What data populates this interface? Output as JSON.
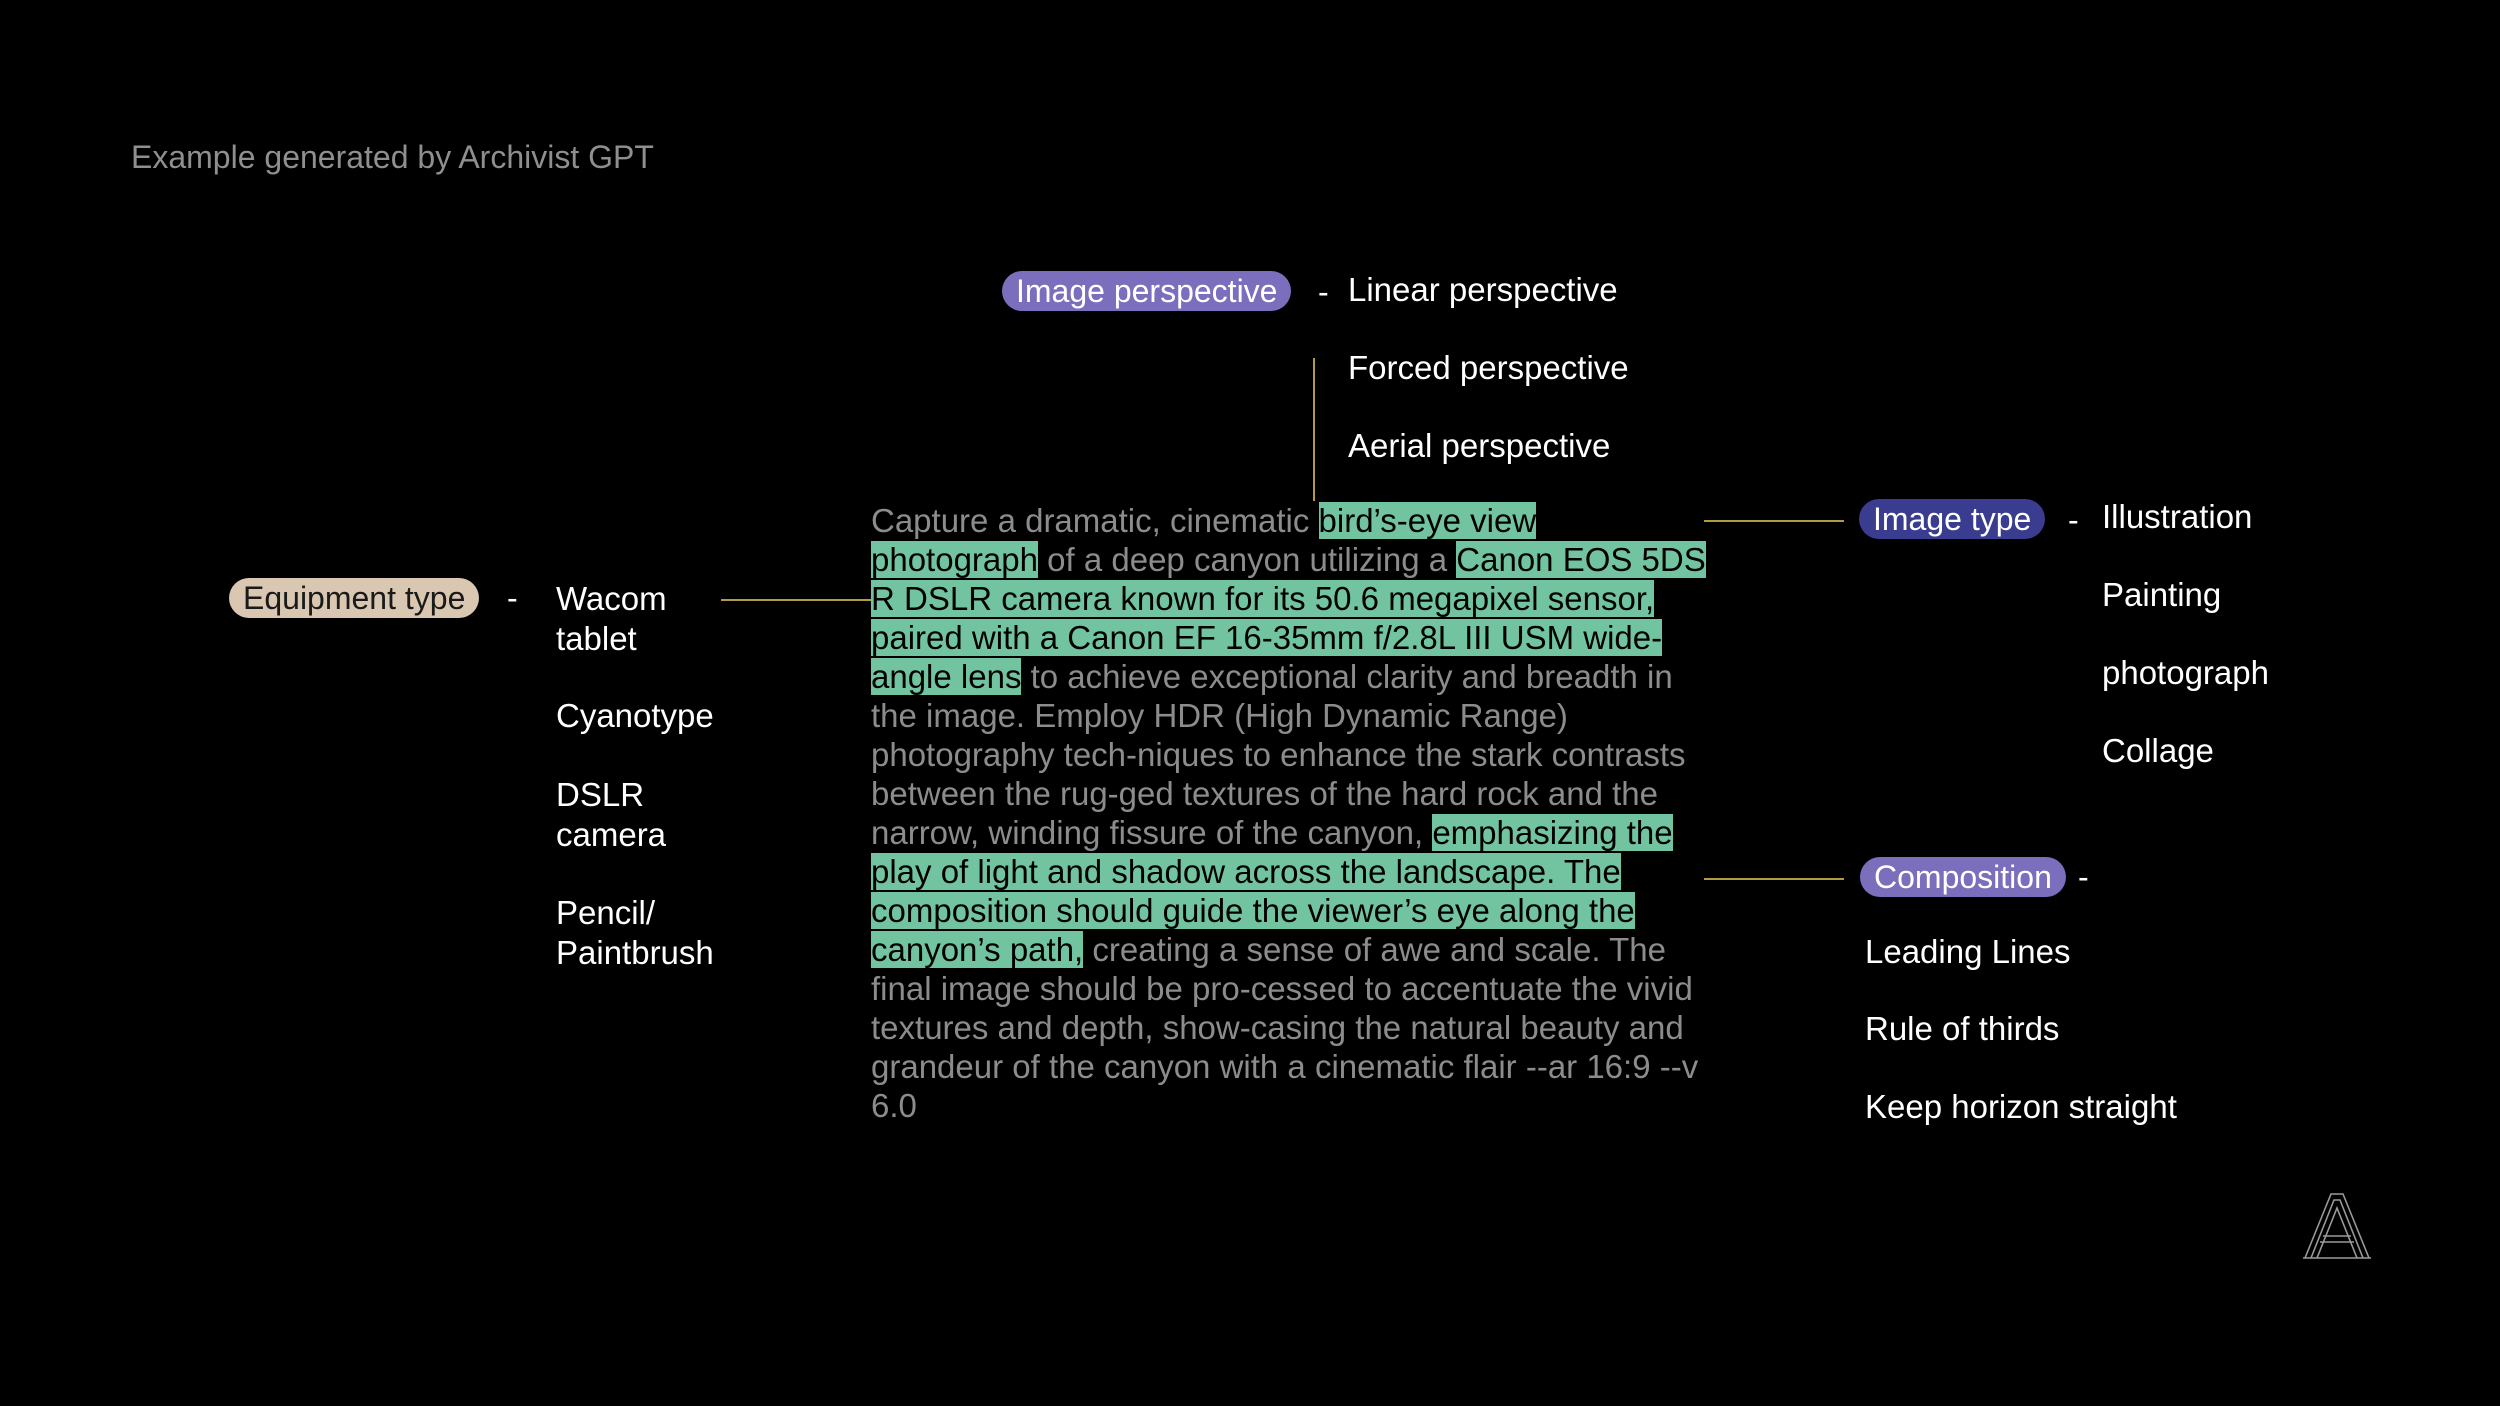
{
  "caption": "Example generated by Archivist GPT",
  "colors": {
    "background": "#000000",
    "caption": "#8f8f8f",
    "prompt_text": "#8c8c8c",
    "highlight": "#72c4a0",
    "connector": "#b39b43",
    "pill_equipment": "#d9c7b1",
    "pill_perspective": "#7b6ebd",
    "pill_image_type": "#3a3d8f",
    "pill_composition": "#7b6ebd"
  },
  "categories": {
    "equipment_type": {
      "label": "Equipment type",
      "dash": "-",
      "options": [
        "Wacom tablet",
        "Cyanotype",
        "DSLR camera",
        "Pencil/ Paintbrush"
      ]
    },
    "image_perspective": {
      "label": "Image perspective",
      "dash": "-",
      "options": [
        "Linear perspective",
        "Forced perspective",
        "Aerial perspective"
      ]
    },
    "image_type": {
      "label": "Image type",
      "dash": "-",
      "options": [
        "Illustration",
        "Painting",
        "photograph",
        "Collage"
      ]
    },
    "composition": {
      "label": "Composition",
      "dash": "-",
      "options": [
        "Leading Lines",
        "Rule of thirds",
        "Keep horizon straight"
      ]
    }
  },
  "prompt_segments": [
    {
      "text": "Capture a dramatic, cinematic ",
      "highlight": false
    },
    {
      "text": "bird’s-eye view photograph",
      "highlight": true
    },
    {
      "text": " of a deep canyon  utilizing a ",
      "highlight": false
    },
    {
      "text": "Canon EOS 5DS R DSLR camera known for its 50.6 megapixel sensor, paired with a Canon EF 16-35mm f/2.8L III USM wide-angle lens",
      "highlight": true
    },
    {
      "text": " to achieve exceptional clarity and breadth in the image. Employ HDR (High Dynamic Range) photography tech-niques to enhance the stark contrasts between the rug-ged textures of the hard rock and the narrow, winding fissure of the canyon, ",
      "highlight": false
    },
    {
      "text": "emphasizing the play of light and shadow across the landscape. The composition should guide the viewer’s eye along the canyon’s path,",
      "highlight": true
    },
    {
      "text": " creating a sense of awe and scale. The final image should be pro-cessed to accentuate the vivid textures and depth, show-casing the natural beauty and grandeur of the canyon with a cinematic flair --ar 16:9 --v 6.0",
      "highlight": false
    }
  ],
  "logo_icon": "archivist-a-logo-icon"
}
